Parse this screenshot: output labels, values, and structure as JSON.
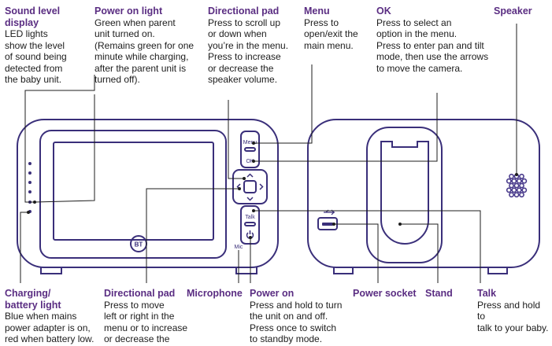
{
  "colors": {
    "outline": "#3a2f7a",
    "heading": "#5a2d82",
    "text": "#1c1c1c",
    "speaker_dots": "#4a3c8c"
  },
  "callouts": {
    "sound_level": {
      "title": "Sound level display",
      "desc": "LED lights\nshow the level\nof sound being\ndetected from\nthe baby unit."
    },
    "power_on_light": {
      "title": "Power on light",
      "desc": "Green when parent\nunit turned on.\n(Remains green for one\nminute while charging,\nafter the parent unit is\nturned off)."
    },
    "directional_pad_top": {
      "title": "Directional pad",
      "desc": "Press to scroll up\nor down when\nyou’re in the menu.\nPress to increase\nor decrease the\nspeaker volume."
    },
    "menu": {
      "title": "Menu",
      "desc": "Press to\nopen/exit the\nmain menu."
    },
    "ok": {
      "title": "OK",
      "desc": "Press to select an\noption in the menu.\nPress to enter pan and tilt\nmode, then use the arrows\nto move the camera."
    },
    "speaker": {
      "title": "Speaker",
      "desc": ""
    },
    "charging": {
      "title": "Charging/\nbattery light",
      "desc": "Blue when mains\npower adapter is on,\nred when battery low."
    },
    "directional_pad_bottom": {
      "title": "Directional pad",
      "desc": "Press to move\nleft or right in the\nmenu or to increase\nor decrease the"
    },
    "microphone": {
      "title": "Microphone",
      "desc": ""
    },
    "power_on": {
      "title": "Power on",
      "desc": "Press and hold to turn\nthe unit on and off.\nPress once to switch\nto standby mode."
    },
    "power_socket": {
      "title": "Power socket",
      "desc": ""
    },
    "stand": {
      "title": "Stand",
      "desc": ""
    },
    "talk": {
      "title": "Talk",
      "desc": "Press and hold to\ntalk to your baby."
    }
  },
  "device_labels": {
    "menu_button": "Menu",
    "ok_button": "OK",
    "talk_button": "Talk",
    "mic_label": "Mic",
    "logo": "BT"
  }
}
